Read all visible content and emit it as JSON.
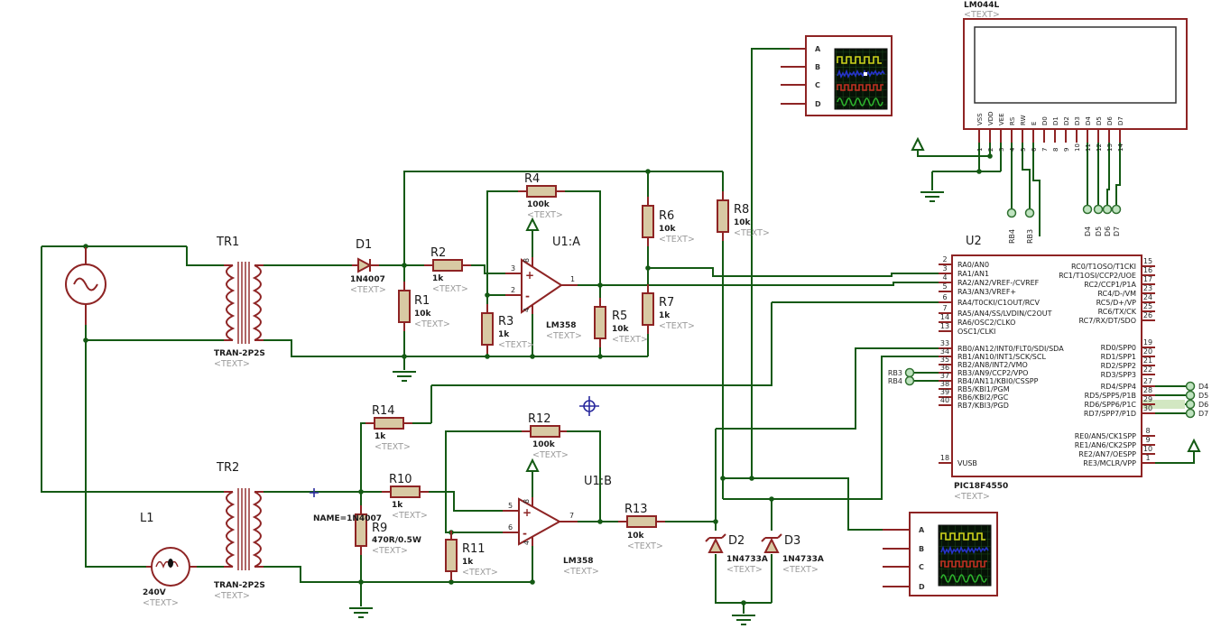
{
  "placeholder": "<TEXT>",
  "colors": {
    "wire": "#145a14",
    "component": "#8e2424",
    "resistor_fill": "#d8c9a3",
    "terminal_fill": "#bfe3bf",
    "highlight": "#d2e7c2",
    "screen_bg": "#061206",
    "wave_yellow": "#cfd41c",
    "wave_blue": "#2633c9",
    "wave_red": "#c03022",
    "wave_green": "#2db32d"
  },
  "net_label": "NAME=1N4007",
  "transformers": {
    "tr1": {
      "name": "TR1",
      "type": "TRAN-2P2S"
    },
    "tr2": {
      "name": "TR2",
      "type": "TRAN-2P2S"
    }
  },
  "lamp": {
    "name": "L1",
    "value": "240V"
  },
  "diodes": {
    "d1": {
      "name": "D1",
      "value": "1N4007"
    },
    "d2": {
      "name": "D2",
      "value": "1N4733A"
    },
    "d3": {
      "name": "D3",
      "value": "1N4733A"
    }
  },
  "resistors": {
    "r1": {
      "name": "R1",
      "value": "10k"
    },
    "r2": {
      "name": "R2",
      "value": "1k"
    },
    "r3": {
      "name": "R3",
      "value": "1k"
    },
    "r4": {
      "name": "R4",
      "value": "100k"
    },
    "r5": {
      "name": "R5",
      "value": "10k"
    },
    "r6": {
      "name": "R6",
      "value": "10k"
    },
    "r7": {
      "name": "R7",
      "value": "1k"
    },
    "r8": {
      "name": "R8",
      "value": "10k"
    },
    "r9": {
      "name": "R9",
      "value": "470R/0.5W"
    },
    "r10": {
      "name": "R10",
      "value": "1k"
    },
    "r11": {
      "name": "R11",
      "value": "1k"
    },
    "r12": {
      "name": "R12",
      "value": "100k"
    },
    "r13": {
      "name": "R13",
      "value": "10k"
    },
    "r14": {
      "name": "R14",
      "value": "1k"
    }
  },
  "opamps": {
    "u1a": {
      "name": "U1:A",
      "part": "LM358",
      "pin_plus": "3",
      "pin_minus": "2",
      "pin_out": "1",
      "pin_vcc": "8",
      "pin_gnd": "4",
      "plus": "+",
      "minus": "-"
    },
    "u1b": {
      "name": "U1:B",
      "part": "LM358",
      "pin_plus": "5",
      "pin_minus": "6",
      "pin_out": "7",
      "pin_vcc": "8",
      "pin_gnd": "4",
      "plus": "+",
      "minus": "-"
    }
  },
  "mcu": {
    "name": "U2",
    "part": "PIC18F4550",
    "porta": [
      {
        "num": "2",
        "label": "RA0/AN0"
      },
      {
        "num": "3",
        "label": "RA1/AN1"
      },
      {
        "num": "4",
        "label": "RA2/AN2/VREF-/CVREF"
      },
      {
        "num": "5",
        "label": "RA3/AN3/VREF+"
      },
      {
        "num": "6",
        "label": "RA4/T0CKI/C1OUT/RCV"
      },
      {
        "num": "7",
        "label": "RA5/AN4/SS/LVDIN/C2OUT"
      },
      {
        "num": "14",
        "label": "RA6/OSC2/CLKO"
      },
      {
        "num": "13",
        "label": "OSC1/CLKI"
      }
    ],
    "portb": [
      {
        "num": "33",
        "label": "RB0/AN12/INT0/FLT0/SDI/SDA"
      },
      {
        "num": "34",
        "label": "RB1/AN10/INT1/SCK/SCL"
      },
      {
        "num": "35",
        "label": "RB2/AN8/INT2/VMO"
      },
      {
        "num": "36",
        "label": "RB3/AN9/CCP2/VPO"
      },
      {
        "num": "37",
        "label": "RB4/AN11/KBI0/CSSPP"
      },
      {
        "num": "38",
        "label": "RB5/KBI1/PGM"
      },
      {
        "num": "39",
        "label": "RB6/KBI2/PGC"
      },
      {
        "num": "40",
        "label": "RB7/KBI3/PGD"
      }
    ],
    "vusb": {
      "num": "18",
      "label": "VUSB"
    },
    "portc": [
      {
        "num": "15",
        "label": "RC0/T1OSO/T1CKI"
      },
      {
        "num": "16",
        "label": "RC1/T1OSI/CCP2/UOE"
      },
      {
        "num": "17",
        "label": "RC2/CCP1/P1A"
      },
      {
        "num": "23",
        "label": "RC4/D-/VM"
      },
      {
        "num": "24",
        "label": "RC5/D+/VP"
      },
      {
        "num": "25",
        "label": "RC6/TX/CK"
      },
      {
        "num": "26",
        "label": "RC7/RX/DT/SDO"
      }
    ],
    "portd": [
      {
        "num": "19",
        "label": "RD0/SPP0"
      },
      {
        "num": "20",
        "label": "RD1/SPP1"
      },
      {
        "num": "21",
        "label": "RD2/SPP2"
      },
      {
        "num": "22",
        "label": "RD3/SPP3"
      },
      {
        "num": "27",
        "label": "RD4/SPP4"
      },
      {
        "num": "28",
        "label": "RD5/SPP5/P1B"
      },
      {
        "num": "29",
        "label": "RD6/SPP6/P1C"
      },
      {
        "num": "30",
        "label": "RD7/SPP7/P1D"
      }
    ],
    "porte": [
      {
        "num": "8",
        "label": "RE0/AN5/CK1SPP"
      },
      {
        "num": "9",
        "label": "RE1/AN6/CK2SPP"
      },
      {
        "num": "10",
        "label": "RE2/AN7/OESPP"
      },
      {
        "num": "1",
        "label": "RE3/MCLR/VPP"
      }
    ]
  },
  "lcd": {
    "name": "LM044L",
    "pins": [
      {
        "num": "1",
        "label": "VSS"
      },
      {
        "num": "2",
        "label": "VDD"
      },
      {
        "num": "3",
        "label": "VEE"
      },
      {
        "num": "4",
        "label": "RS"
      },
      {
        "num": "5",
        "label": "RW"
      },
      {
        "num": "6",
        "label": "E"
      },
      {
        "num": "7",
        "label": "D0"
      },
      {
        "num": "8",
        "label": "D1"
      },
      {
        "num": "9",
        "label": "D2"
      },
      {
        "num": "10",
        "label": "D3"
      },
      {
        "num": "11",
        "label": "D4"
      },
      {
        "num": "12",
        "label": "D5"
      },
      {
        "num": "13",
        "label": "D6"
      },
      {
        "num": "14",
        "label": "D7"
      }
    ]
  },
  "scope": {
    "channels": [
      "A",
      "B",
      "C",
      "D"
    ]
  },
  "terminals": {
    "lcd": [
      "RB4",
      "RB3",
      "D4",
      "D5",
      "D6",
      "D7"
    ],
    "mcu_left": [
      "RB3",
      "RB4"
    ],
    "mcu_right": [
      "D4",
      "D5",
      "D6",
      "D7"
    ]
  }
}
